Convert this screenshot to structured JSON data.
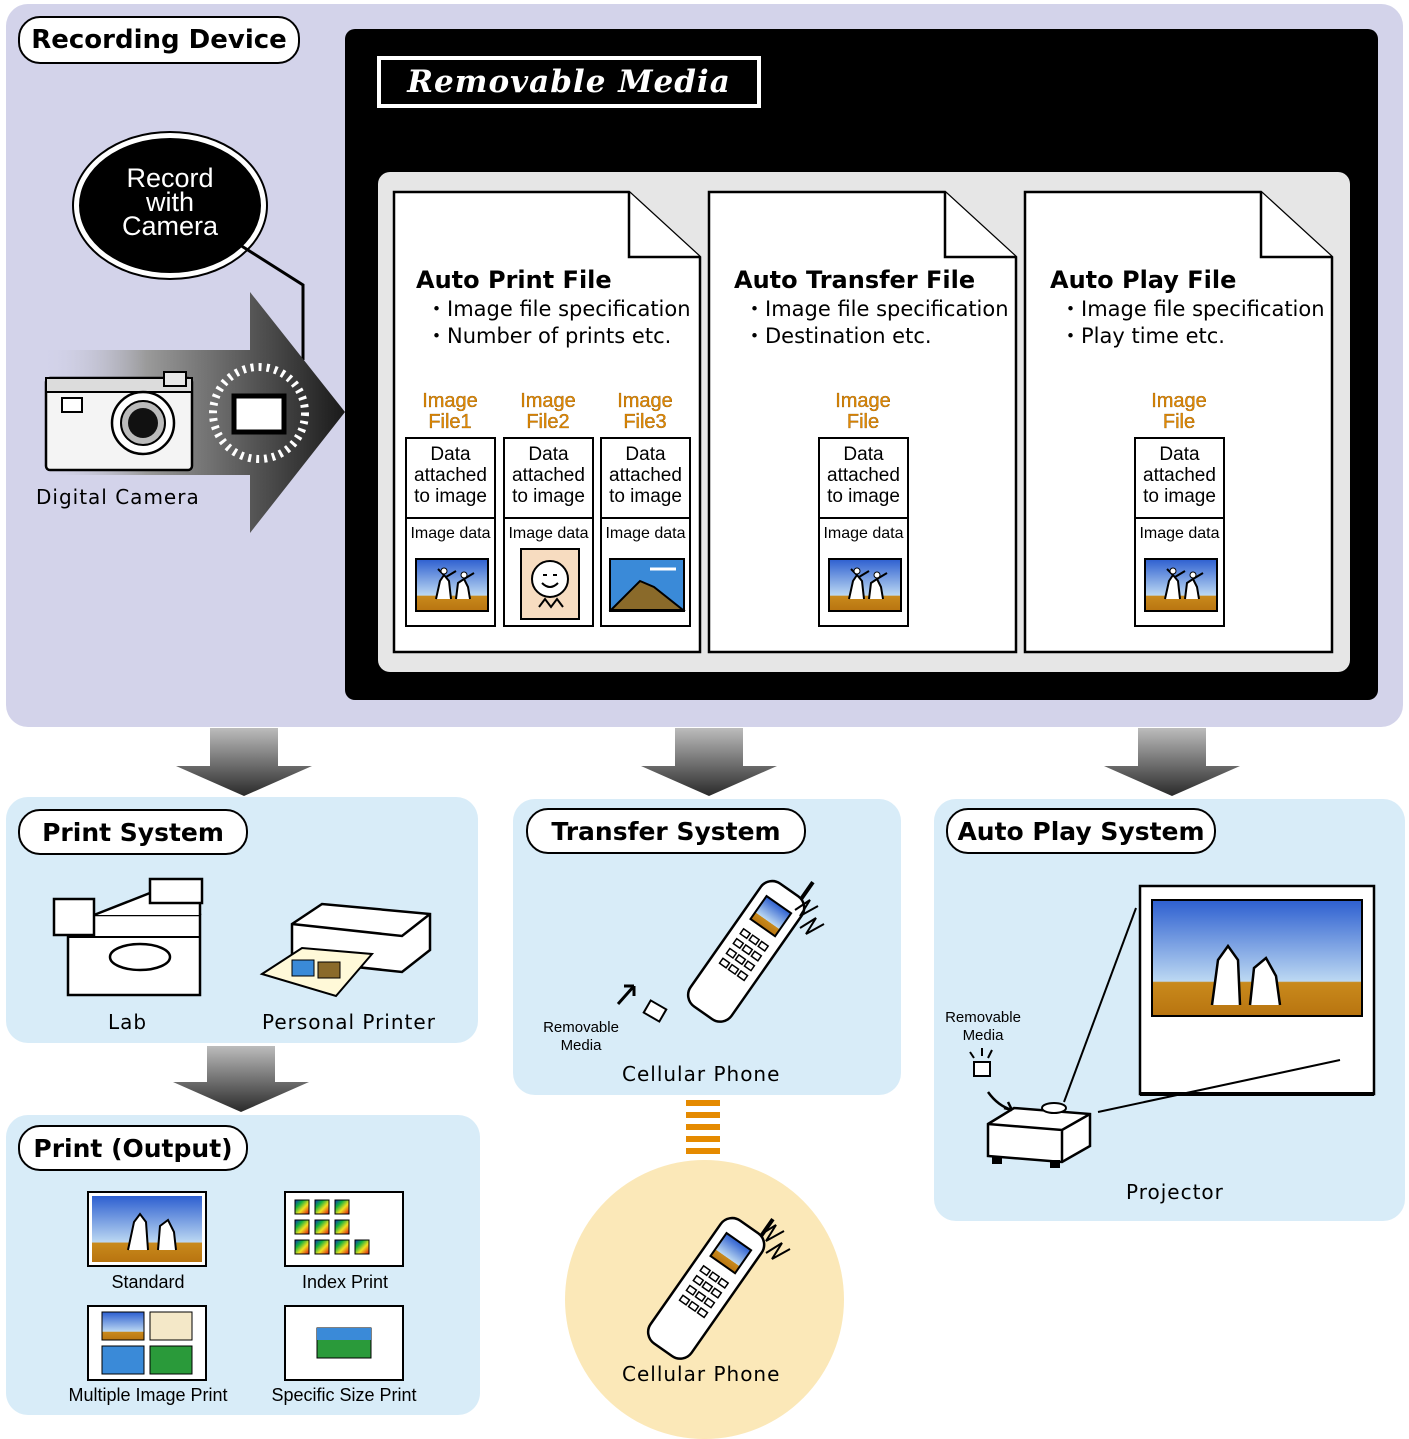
{
  "recording_device": {
    "title": "Recording Device",
    "bubble": [
      "Record",
      "with",
      "Camera"
    ],
    "camera_label": "Digital Camera"
  },
  "removable_media": {
    "title": "Removable Media",
    "files": [
      {
        "title": "Auto Print File",
        "bullets": [
          "Image file specification",
          "Number of prints etc."
        ],
        "images": [
          {
            "title": [
              "Image",
              "File1"
            ],
            "data": [
              "Data",
              "attached",
              "to image"
            ],
            "image_label": "Image data"
          },
          {
            "title": [
              "Image",
              "File2"
            ],
            "data": [
              "Data",
              "attached",
              "to image"
            ],
            "image_label": "Image data"
          },
          {
            "title": [
              "Image",
              "File3"
            ],
            "data": [
              "Data",
              "attached",
              "to image"
            ],
            "image_label": "Image data"
          }
        ]
      },
      {
        "title": "Auto Transfer File",
        "bullets": [
          "Image file specification",
          "Destination etc."
        ],
        "images": [
          {
            "title": [
              "Image",
              "File"
            ],
            "data": [
              "Data",
              "attached",
              "to image"
            ],
            "image_label": "Image data"
          }
        ]
      },
      {
        "title": "Auto Play File",
        "bullets": [
          "Image file specification",
          "Play time etc."
        ],
        "images": [
          {
            "title": [
              "Image",
              "File"
            ],
            "data": [
              "Data",
              "attached",
              "to image"
            ],
            "image_label": "Image data"
          }
        ]
      }
    ]
  },
  "print_system": {
    "title": "Print System",
    "lab_label": "Lab",
    "printer_label": "Personal Printer"
  },
  "transfer_system": {
    "title": "Transfer System",
    "media_label": [
      "Removable",
      "Media"
    ],
    "phone_label": "Cellular Phone",
    "remote_phone_label": "Cellular Phone"
  },
  "auto_play_system": {
    "title": "Auto Play System",
    "media_label": [
      "Removable",
      "Media"
    ],
    "projector_label": "Projector"
  },
  "print_output": {
    "title": "Print (Output)",
    "items": [
      "Standard",
      "Index Print",
      "Multiple Image Print",
      "Specific Size Print"
    ]
  },
  "colors": {
    "recording_bg": "#d3d3ea",
    "system_bg": "#d8ecf8",
    "remote_bg": "#fbe8b8",
    "accent_orange": "#e58a00"
  }
}
